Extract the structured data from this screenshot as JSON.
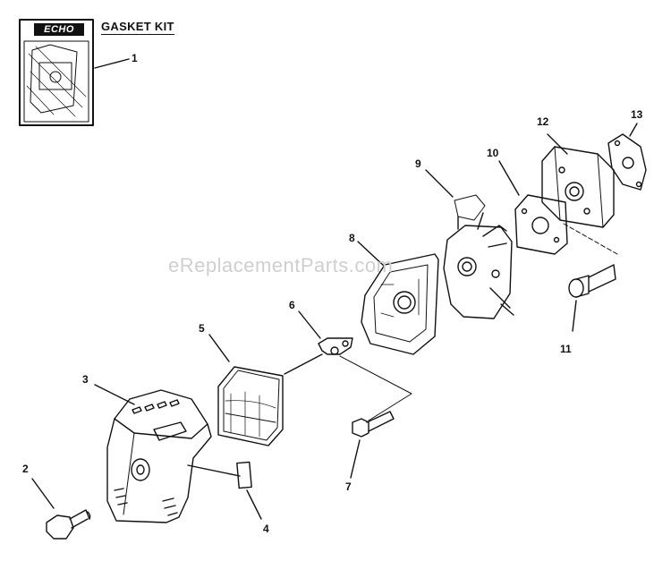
{
  "kit": {
    "title": "GASKET KIT",
    "logo_text": "ECHO"
  },
  "watermark": "eReplacementParts.com",
  "callouts": {
    "c1": "1",
    "c2": "2",
    "c3": "3",
    "c4": "4",
    "c5": "5",
    "c6": "6",
    "c7": "7",
    "c8": "8",
    "c9": "9",
    "c10": "10",
    "c11": "11",
    "c12": "12",
    "c13": "13"
  },
  "colors": {
    "line": "#111111",
    "watermark": "#cfcfcf",
    "background": "#ffffff"
  }
}
